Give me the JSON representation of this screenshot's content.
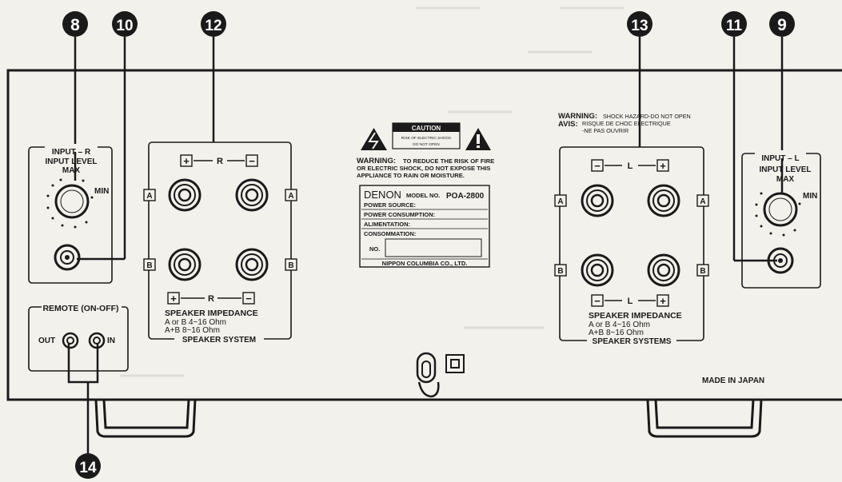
{
  "callouts": {
    "c8": "8",
    "c10": "10",
    "c12": "12",
    "c13": "13",
    "c11": "11",
    "c9": "9",
    "c14": "14"
  },
  "input_r": {
    "title": "INPUT – R",
    "line2": "INPUT LEVEL",
    "max": "MAX",
    "min": "MIN"
  },
  "input_l": {
    "title": "INPUT – L",
    "line2": "INPUT LEVEL",
    "max": "MAX",
    "min": "MIN"
  },
  "remote": {
    "title": "REMOTE (ON-OFF)",
    "out": "OUT",
    "in": "IN"
  },
  "speaker_r": {
    "channel": "R",
    "plus": "+",
    "minus": "−",
    "row_a": "A",
    "row_b": "B",
    "impedance_title": "SPEAKER IMPEDANCE",
    "impedance_1": "A or B 4~16 Ohm",
    "impedance_2": "A+B 8~16 Ohm",
    "system": "SPEAKER SYSTEM"
  },
  "speaker_l": {
    "channel": "L",
    "plus": "+",
    "minus": "−",
    "row_a": "A",
    "row_b": "B",
    "impedance_title": "SPEAKER IMPEDANCE",
    "impedance_1": "A or B 4~16 Ohm",
    "impedance_2": "A+B 8~16 Ohm",
    "system": "SPEAKER SYSTEMS"
  },
  "caution": {
    "title": "CAUTION",
    "line1": "RISK OF ELECTRIC SHOCK",
    "line2": "DO NOT OPEN",
    "warn_title": "WARNING:",
    "warn_1": "TO REDUCE THE RISK OF FIRE",
    "warn_2": "OR ELECTRIC SHOCK, DO NOT EXPOSE THIS",
    "warn_3": "APPLIANCE TO RAIN OR MOISTURE."
  },
  "shock": {
    "warning_title": "WARNING:",
    "warning_text": "SHOCK HAZARD-DO NOT OPEN",
    "avis_title": "AVIS:",
    "avis_1": "RISQUE DE CHOC ELECTRIQUE",
    "avis_2": "-NE PAS OUVRIR"
  },
  "rating": {
    "brand": "DENON",
    "model_label": "MODEL NO.",
    "model": "POA-2800",
    "power_source": "POWER SOURCE:",
    "power_consumption": "POWER CONSUMPTION:",
    "alimentation": "ALIMENTATION:",
    "consommation": "CONSOMMATION:",
    "no": "NO.",
    "maker": "NIPPON COLUMBIA CO., LTD."
  },
  "made_in": "MADE IN JAPAN"
}
